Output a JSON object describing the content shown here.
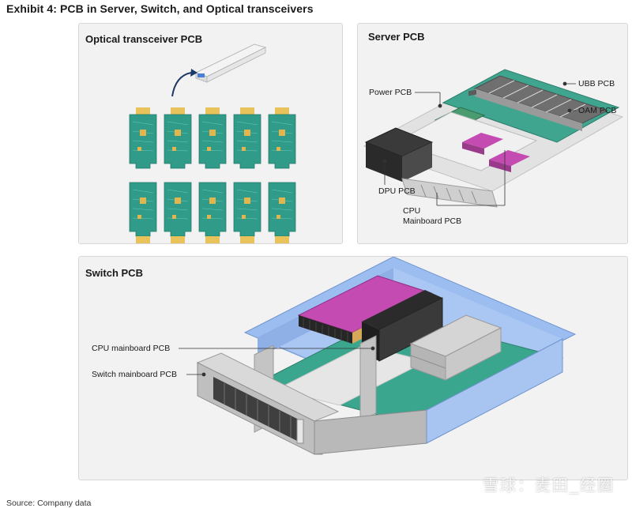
{
  "exhibit_title": "Exhibit 4: PCB in Server, Switch, and Optical transceivers",
  "panels": {
    "optical": {
      "title": "Optical transceiver PCB"
    },
    "server": {
      "title": "Server PCB",
      "labels": {
        "power": "Power PCB",
        "ubb": "UBB PCB",
        "oam": "OAM PCB",
        "dpu": "DPU PCB",
        "cpu_line1": "CPU",
        "cpu_line2": "Mainboard PCB"
      }
    },
    "switch": {
      "title": "Switch PCB",
      "labels": {
        "cpu_mainboard": "CPU mainboard PCB",
        "switch_mainboard": "Switch mainboard PCB"
      }
    }
  },
  "source": "Source: Company data",
  "watermark": "雪球：麦田_经圈",
  "colors": {
    "pcb_green": "#2f9b88",
    "gold_finger": "#e8c25a",
    "heatsink_magenta": "#b0459f",
    "chassis_blue": "#8fb1e8"
  }
}
